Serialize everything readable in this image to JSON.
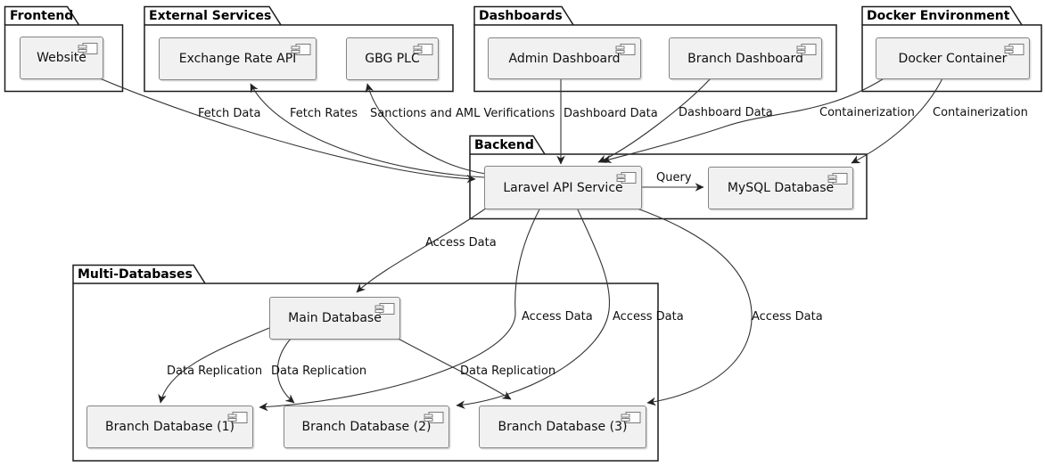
{
  "diagram_type": "uml-component-diagram",
  "colors": {
    "background": "#ffffff",
    "component_fill": "#f1f1f1",
    "component_border": "#848484",
    "package_border": "#1b1b1b",
    "edge_line": "#333333",
    "text": "#101010"
  },
  "diagram": {
    "packages": [
      {
        "name": "Frontend"
      },
      {
        "name": "External Services"
      },
      {
        "name": "Dashboards"
      },
      {
        "name": "Docker Environment"
      },
      {
        "name": "Backend"
      },
      {
        "name": "Multi-Databases"
      }
    ],
    "components": [
      {
        "label": "Website",
        "package": "Frontend"
      },
      {
        "label": "Exchange Rate API",
        "package": "External Services"
      },
      {
        "label": "GBG PLC",
        "package": "External Services"
      },
      {
        "label": "Admin Dashboard",
        "package": "Dashboards"
      },
      {
        "label": "Branch Dashboard",
        "package": "Dashboards"
      },
      {
        "label": "Docker Container",
        "package": "Docker Environment"
      },
      {
        "label": "Laravel API Service",
        "package": "Backend"
      },
      {
        "label": "MySQL Database",
        "package": "Backend"
      },
      {
        "label": "Main Database",
        "package": "Multi-Databases"
      },
      {
        "label": "Branch Database (1)",
        "package": "Multi-Databases"
      },
      {
        "label": "Branch Database (2)",
        "package": "Multi-Databases"
      },
      {
        "label": "Branch Database (3)",
        "package": "Multi-Databases"
      }
    ],
    "edges": [
      {
        "from": "Website",
        "to": "Laravel API Service",
        "label": "Fetch Data"
      },
      {
        "from": "Laravel API Service",
        "to": "Exchange Rate API",
        "label": "Fetch Rates"
      },
      {
        "from": "Laravel API Service",
        "to": "GBG PLC",
        "label": "Sanctions and AML Verifications"
      },
      {
        "from": "Admin Dashboard",
        "to": "Laravel API Service",
        "label": "Dashboard Data"
      },
      {
        "from": "Branch Dashboard",
        "to": "Laravel API Service",
        "label": "Dashboard Data"
      },
      {
        "from": "Docker Container",
        "to": "Laravel API Service",
        "label": "Containerization"
      },
      {
        "from": "Docker Container",
        "to": "MySQL Database",
        "label": "Containerization"
      },
      {
        "from": "Laravel API Service",
        "to": "MySQL Database",
        "label": "Query"
      },
      {
        "from": "Laravel API Service",
        "to": "Main Database",
        "label": "Access Data"
      },
      {
        "from": "Laravel API Service",
        "to": "Branch Database (1)",
        "label": "Access Data"
      },
      {
        "from": "Laravel API Service",
        "to": "Branch Database (2)",
        "label": "Access Data"
      },
      {
        "from": "Laravel API Service",
        "to": "Branch Database (3)",
        "label": "Access Data"
      },
      {
        "from": "Main Database",
        "to": "Branch Database (1)",
        "label": "Data Replication"
      },
      {
        "from": "Main Database",
        "to": "Branch Database (2)",
        "label": "Data Replication"
      },
      {
        "from": "Main Database",
        "to": "Branch Database (3)",
        "label": "Data Replication"
      }
    ]
  }
}
